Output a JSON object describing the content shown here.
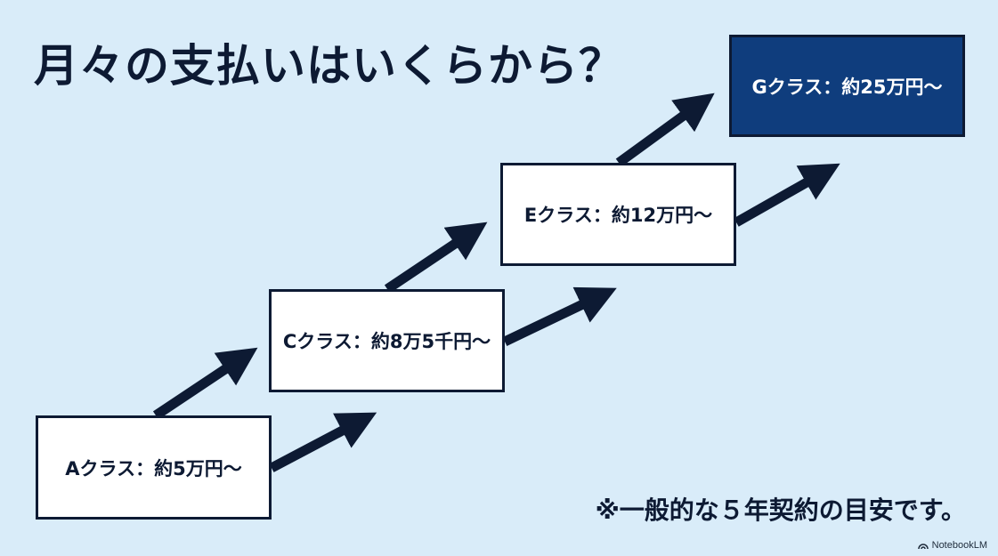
{
  "title": "月々の支払いはいくらから？",
  "steps": [
    {
      "label": "Aクラス：約5万円〜"
    },
    {
      "label": "Cクラス：約8万5千円〜"
    },
    {
      "label": "Eクラス：約12万円〜"
    },
    {
      "label": "Gクラス：約25万円〜"
    }
  ],
  "note": "※一般的な５年契約の目安です。",
  "watermark": "NotebookLM",
  "colors": {
    "background": "#d9ecf9",
    "arrow": "#0d1a33",
    "highlight_box": "#0f3d7d",
    "box_border": "#0d1a33"
  }
}
